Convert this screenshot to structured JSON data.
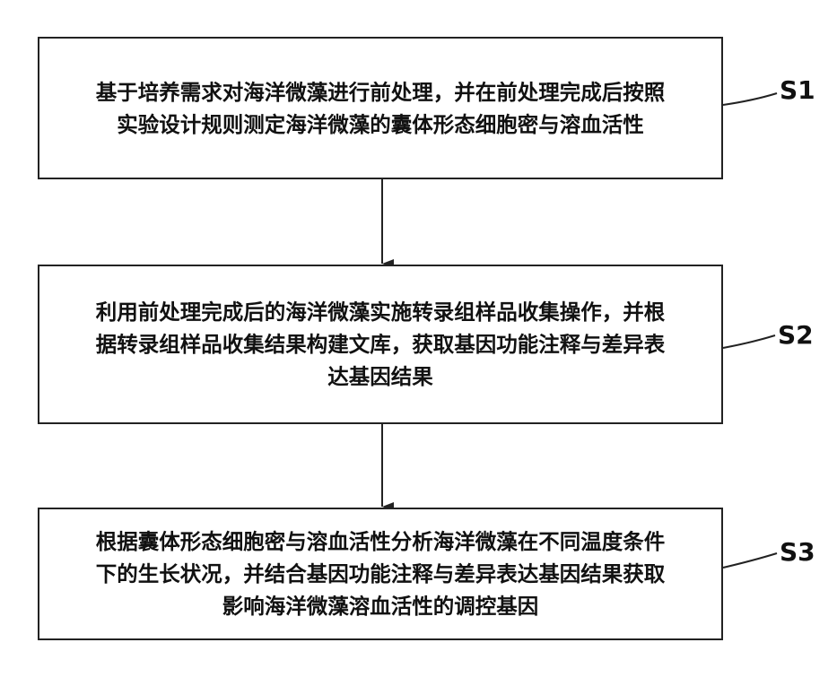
{
  "steps": [
    {
      "label": "S1",
      "lines": [
        "基于培养需求对海洋微藻进行前处理，并在前处理完成后按照",
        "实验设计规则测定海洋微藻的囊体形态细胞密与溶血活性"
      ]
    },
    {
      "label": "S2",
      "lines": [
        "利用前处理完成后的海洋微藻实施转录组样品收集操作，并根",
        "据转录组样品收集结果构建文库，获取基因功能注释与差异表",
        "达基因结果"
      ]
    },
    {
      "label": "S3",
      "lines": [
        "根据囊体形态细胞密与溶血活性分析海洋微藻在不同温度条件",
        "下的生长状况，并结合基因功能注释与差异表达基因结果获取",
        "影响海洋微藻溶血活性的调控基因"
      ]
    }
  ]
}
